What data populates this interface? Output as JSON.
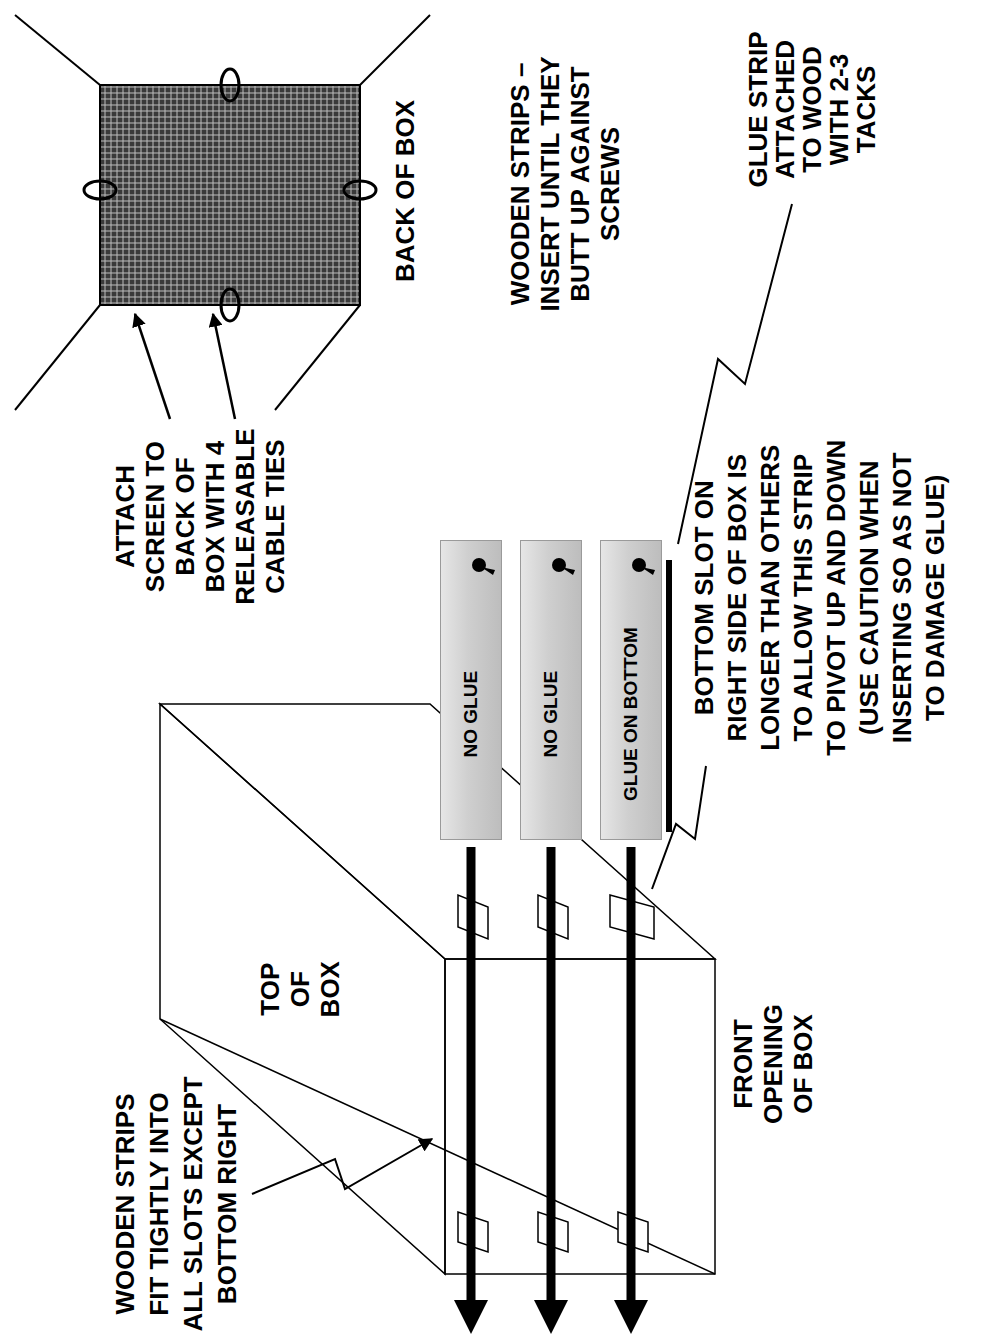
{
  "diagram": {
    "nodes": [
      {
        "text": [
          "NO GLUE"
        ]
      },
      {
        "text": [
          "NO GLUE"
        ]
      },
      {
        "text": [
          "GLUE ON BOTTOM"
        ]
      }
    ],
    "labels": [
      "ATTACH SCREEN TO BACK OF BOX WITH 4 RELEASABLE CABLE TIES",
      "BACK OF BOX",
      "WOODEN STRIPS – INSERT UNTIL THEY BUTT UP AGAINST SCREWS",
      "GLUE STRIP ATTACHED TO WOOD WITH 2-3 TACKS",
      "BOTTOM SLOT ON RIGHT SIDE OF BOX IS LONGER THAN OTHERS TO ALLOW THIS STRIP TO PIVOT UP AND DOWN (USE CAUTION WHEN INSERTING SO AS NOT TO DAMAGE GLUE)",
      "TOP OF BOX",
      "FRONT OPENING OF BOX",
      "WOODEN STRIPS FIT TIGHTLY INTO ALL SLOTS EXCEPT BOTTOM RIGHT"
    ]
  }
}
